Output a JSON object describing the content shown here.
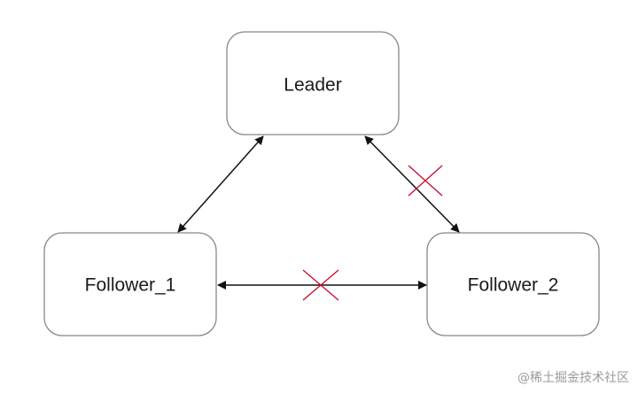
{
  "diagram": {
    "nodes": {
      "leader": {
        "label": "Leader"
      },
      "follower_1": {
        "label": "Follower_1"
      },
      "follower_2": {
        "label": "Follower_2"
      }
    },
    "edges": [
      {
        "from": "leader",
        "to": "follower_1",
        "status": "connected"
      },
      {
        "from": "leader",
        "to": "follower_2",
        "status": "broken"
      },
      {
        "from": "follower_1",
        "to": "follower_2",
        "status": "broken"
      }
    ],
    "colors": {
      "node_border": "#888888",
      "arrow": "#111111",
      "broken_mark": "#c8102e"
    }
  },
  "watermark": {
    "text": "@稀土掘金技术社区"
  }
}
